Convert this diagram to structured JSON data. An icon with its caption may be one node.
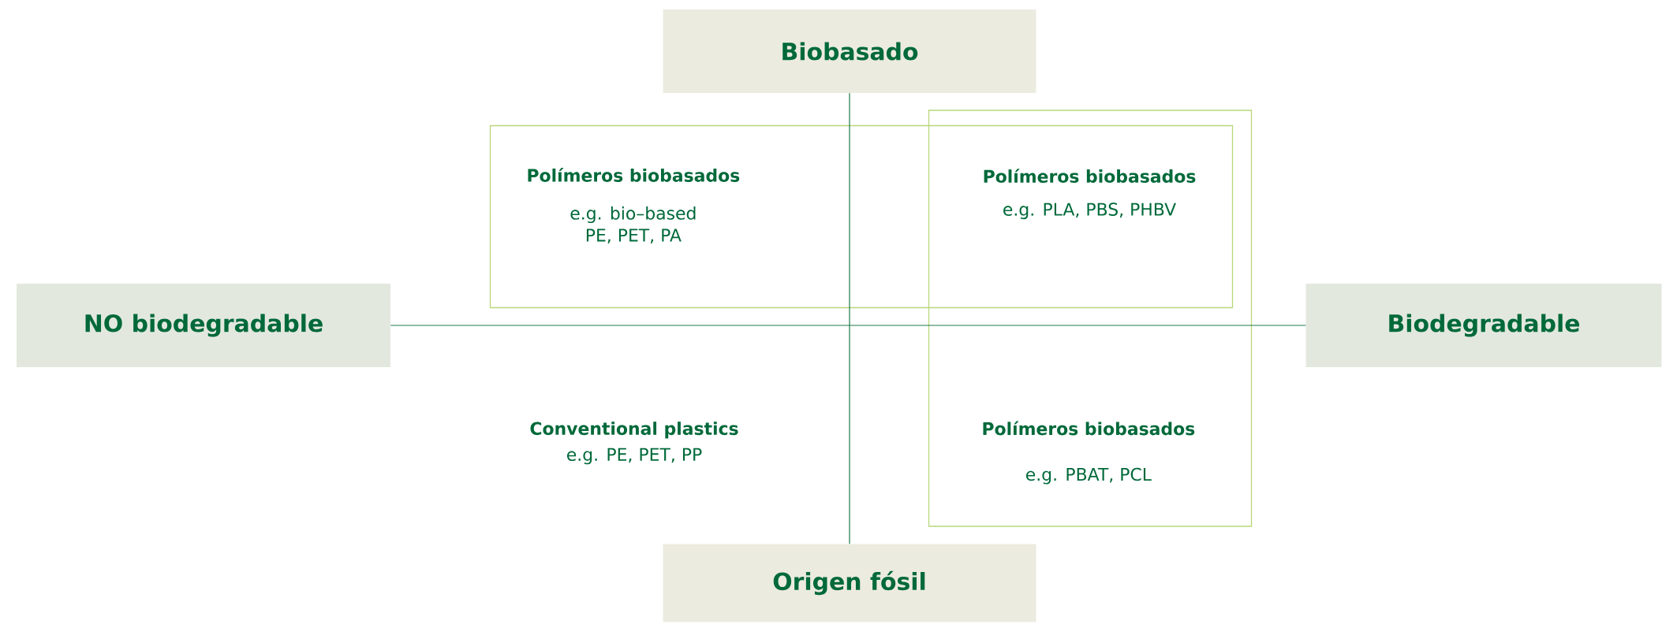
{
  "diagram": {
    "nodes": [
      {
        "text": [
          "Biobasado"
        ]
      },
      {
        "text": [],
        "shape": "box"
      },
      {
        "text": [],
        "shape": "box"
      },
      {
        "text": [
          "Polímeros biobasados",
          "e.g. bio–based PE, PET, PA"
        ],
        "in": 1
      },
      {
        "text": [
          "Polímeros biobasados",
          "e.g. PLA, PBS, PHBV"
        ]
      },
      {
        "text": [
          "NO biodegradable"
        ]
      },
      {
        "text": [
          "Biodegradable"
        ]
      },
      {
        "text": [
          "Conventional plastics",
          "e.g. PE, PET, PP"
        ]
      },
      {
        "text": [
          "Polímeros biobasados",
          "e.g. PBAT, PCL"
        ],
        "in": 2
      },
      {
        "text": [
          "Origen fósil"
        ]
      }
    ],
    "edges": [
      {
        "from": 0,
        "to": 9,
        "arrow": "none"
      },
      {
        "from": 5,
        "to": 6,
        "arrow": "none"
      }
    ]
  }
}
